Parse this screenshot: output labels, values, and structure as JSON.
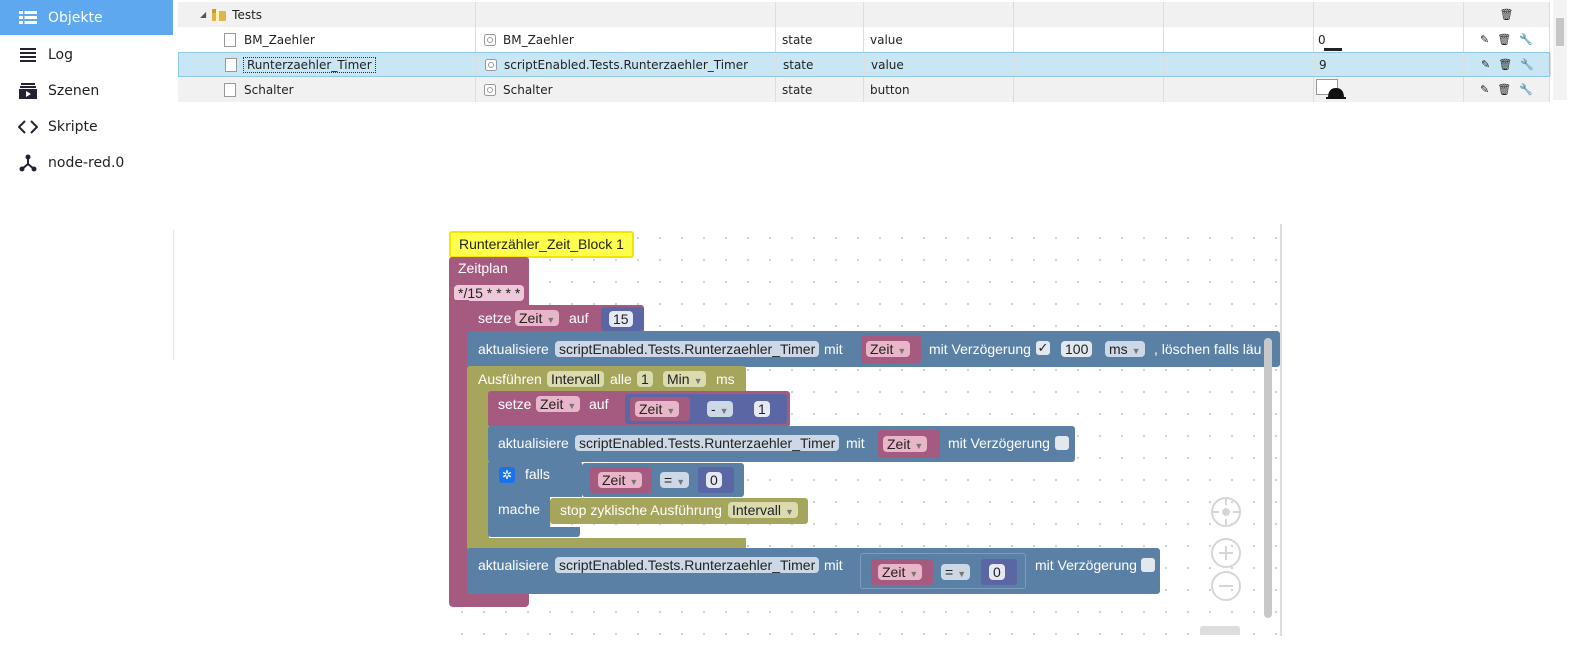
{
  "sidebar": {
    "items": [
      {
        "label": "Objekte",
        "icon": "list-icon",
        "active": true
      },
      {
        "label": "Log",
        "icon": "lines-icon"
      },
      {
        "label": "Szenen",
        "icon": "scenes-icon"
      },
      {
        "label": "Skripte",
        "icon": "code-icon"
      },
      {
        "label": "node-red.0",
        "icon": "node-icon"
      }
    ]
  },
  "table": {
    "folder": {
      "name": "Tests"
    },
    "rows": [
      {
        "name": "BM_Zaehler",
        "id": "BM_Zaehler",
        "type": "state",
        "role": "value",
        "value": "0"
      },
      {
        "name": "Runterzaehler_Timer",
        "id": "scriptEnabled.Tests.Runterzaehler_Timer",
        "type": "state",
        "role": "value",
        "value": "9"
      },
      {
        "name": "Schalter",
        "id": "Schalter",
        "type": "state",
        "role": "button",
        "value": ""
      }
    ]
  },
  "blockly": {
    "comment": "Runterzähler_Zeit_Block 1",
    "schedule": {
      "label": "Zeitplan",
      "cron": "*/15 * * * *"
    },
    "set1": {
      "label": "setze",
      "var": "Zeit",
      "to": "auf",
      "value": "15"
    },
    "upd1": {
      "label": "aktualisiere",
      "oid": "scriptEnabled.Tests.Runterzaehler_Timer",
      "with": "mit",
      "var": "Zeit",
      "delay": "mit Verzögerung",
      "check": "✓",
      "ms_value": "100",
      "unit": "ms",
      "tail": ", löschen falls läu"
    },
    "interval": {
      "label": "Ausführen",
      "name": "Intervall",
      "every": "alle",
      "value": "1",
      "unit": "Min",
      "suffix": "ms"
    },
    "set2": {
      "label": "setze",
      "var": "Zeit",
      "to": "auf",
      "var2": "Zeit",
      "op": "-",
      "value": "1"
    },
    "upd2": {
      "label": "aktualisiere",
      "oid": "scriptEnabled.Tests.Runterzaehler_Timer",
      "with": "mit",
      "var": "Zeit",
      "delay": "mit Verzögerung"
    },
    "if": {
      "label": "falls",
      "var": "Zeit",
      "op": "=",
      "value": "0",
      "do": "mache"
    },
    "stop": {
      "label": "stop zyklische Ausführung",
      "name": "Intervall"
    },
    "upd3": {
      "label": "aktualisiere",
      "oid": "scriptEnabled.Tests.Runterzaehler_Timer",
      "with": "mit",
      "var": "Zeit",
      "op": "=",
      "value": "0",
      "delay": "mit Verzögerung"
    }
  },
  "colors": {
    "sidebar_active": "#5ea8f0",
    "row_selected": "#c9e6f5",
    "block_variable": "#a55b80",
    "block_object": "#5b80a5",
    "block_timer": "#a5a55b",
    "block_comment": "#ffff4c"
  }
}
